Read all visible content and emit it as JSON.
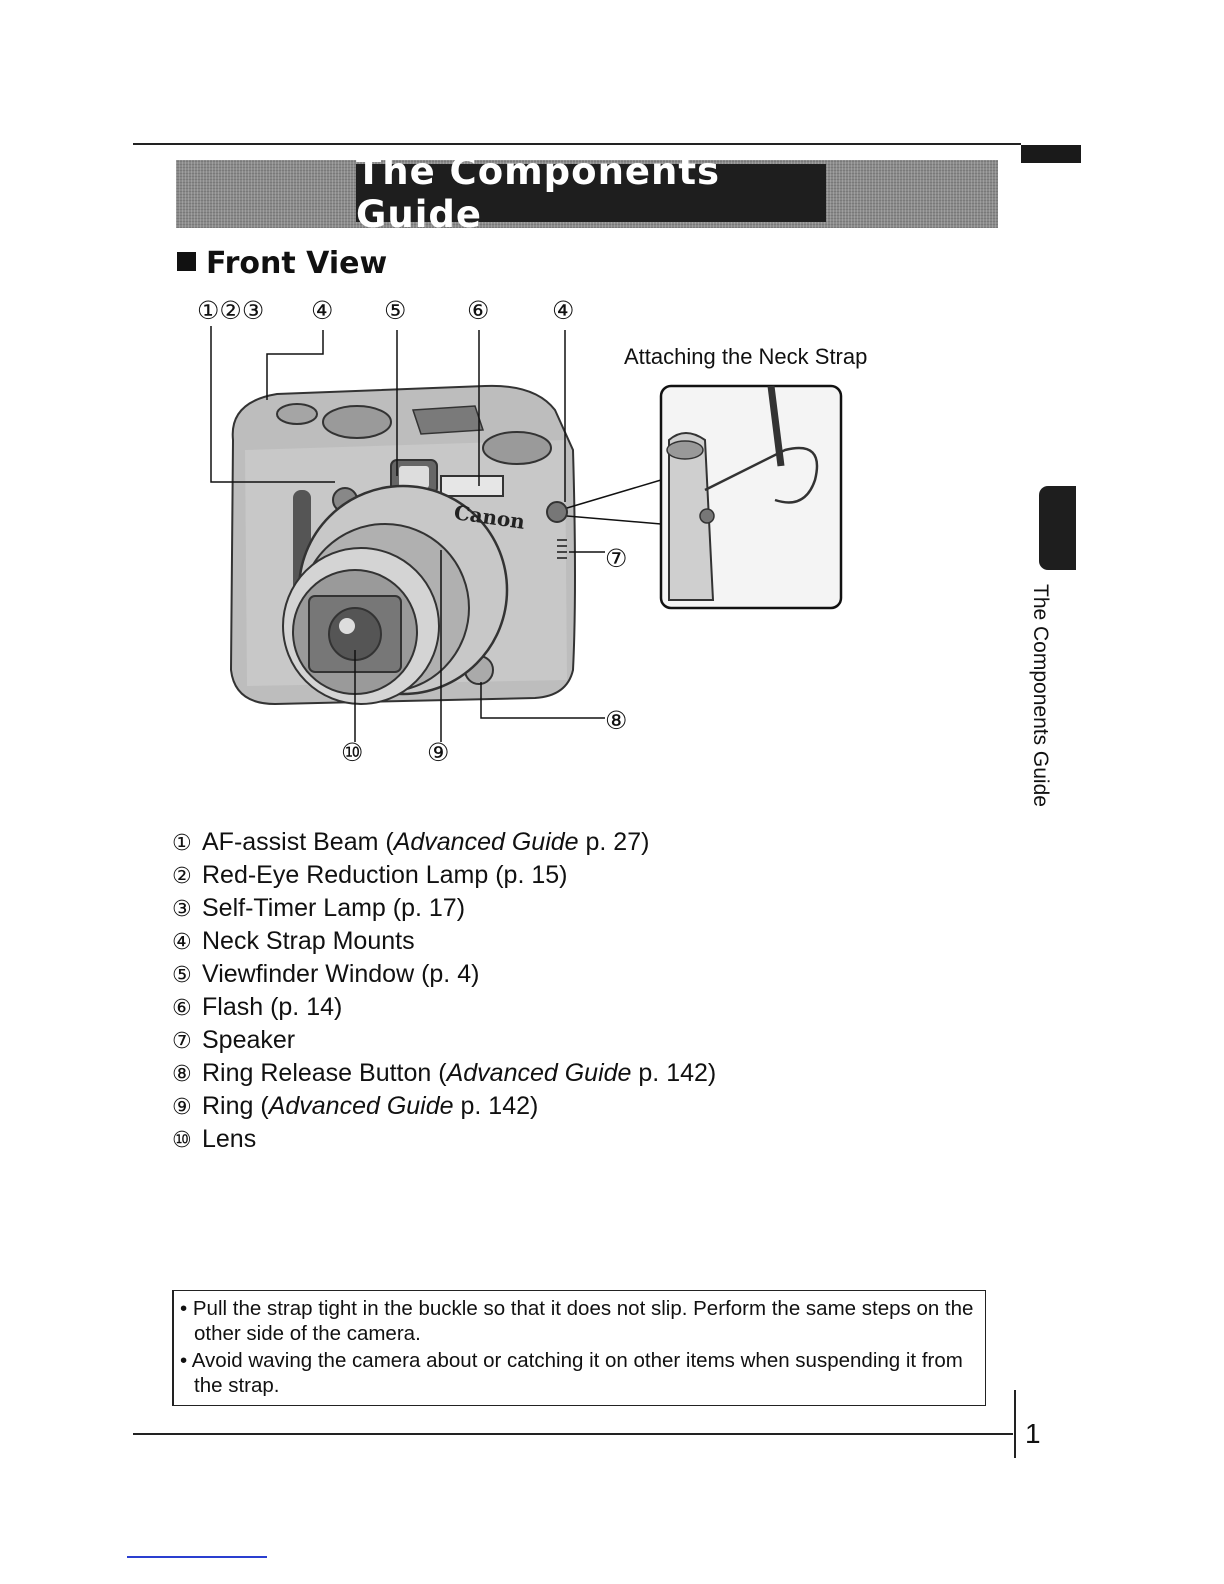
{
  "header": {
    "title": "The Components Guide"
  },
  "section": {
    "title": "Front View"
  },
  "figure": {
    "callouts_top": [
      "①②③",
      "④",
      "⑤",
      "⑥",
      "④"
    ],
    "callouts_side": [
      "⑦",
      "⑧"
    ],
    "callouts_bottom": [
      "⑩",
      "⑨"
    ],
    "brand_logo": "Canon",
    "neck_strap_caption": "Attaching the Neck Strap"
  },
  "parts": [
    {
      "num": "①",
      "label": "AF-assist Beam (",
      "italic": "Advanced Guide",
      "suffix": " p. 27)"
    },
    {
      "num": "②",
      "label": "Red-Eye Reduction Lamp (p. 15)",
      "italic": "",
      "suffix": ""
    },
    {
      "num": "③",
      "label": "Self-Timer Lamp (p. 17)",
      "italic": "",
      "suffix": ""
    },
    {
      "num": "④",
      "label": "Neck Strap Mounts",
      "italic": "",
      "suffix": ""
    },
    {
      "num": "⑤",
      "label": "Viewfinder Window (p. 4)",
      "italic": "",
      "suffix": ""
    },
    {
      "num": "⑥",
      "label": "Flash (p. 14)",
      "italic": "",
      "suffix": ""
    },
    {
      "num": "⑦",
      "label": "Speaker",
      "italic": "",
      "suffix": ""
    },
    {
      "num": "⑧",
      "label": "Ring Release Button (",
      "italic": "Advanced Guide",
      "suffix": " p. 142)"
    },
    {
      "num": "⑨",
      "label": "Ring (",
      "italic": "Advanced Guide",
      "suffix": " p. 142)"
    },
    {
      "num": "⑩",
      "label": "Lens",
      "italic": "",
      "suffix": ""
    }
  ],
  "notes": [
    "• Pull the strap tight in the buckle so that it does not slip. Perform the same steps on the other side of the camera.",
    "• Avoid waving the camera about or catching it on other items when suspending it from the strap."
  ],
  "side_tab": {
    "label": "The Components Guide"
  },
  "footer": {
    "page_number": "1"
  }
}
